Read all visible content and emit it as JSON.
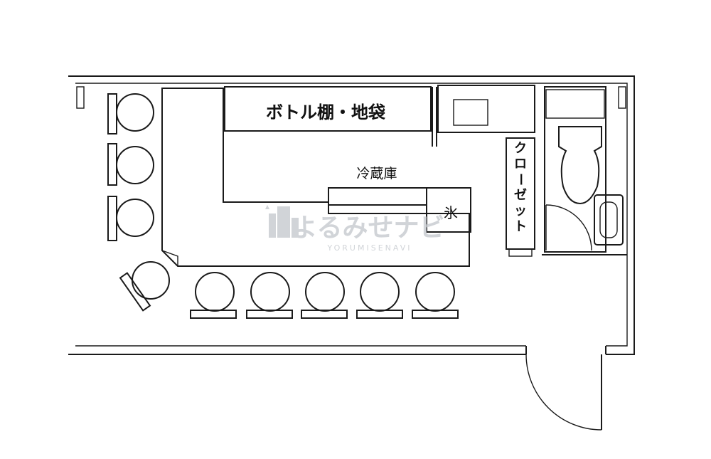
{
  "labels": {
    "bottle_shelf": "ボトル棚・地袋",
    "refrigerator": "冷蔵庫",
    "ice": "氷",
    "closet": "クローゼット"
  },
  "watermark": {
    "brand": "よるみせナビ",
    "sub": "YORUMISENAVI"
  }
}
